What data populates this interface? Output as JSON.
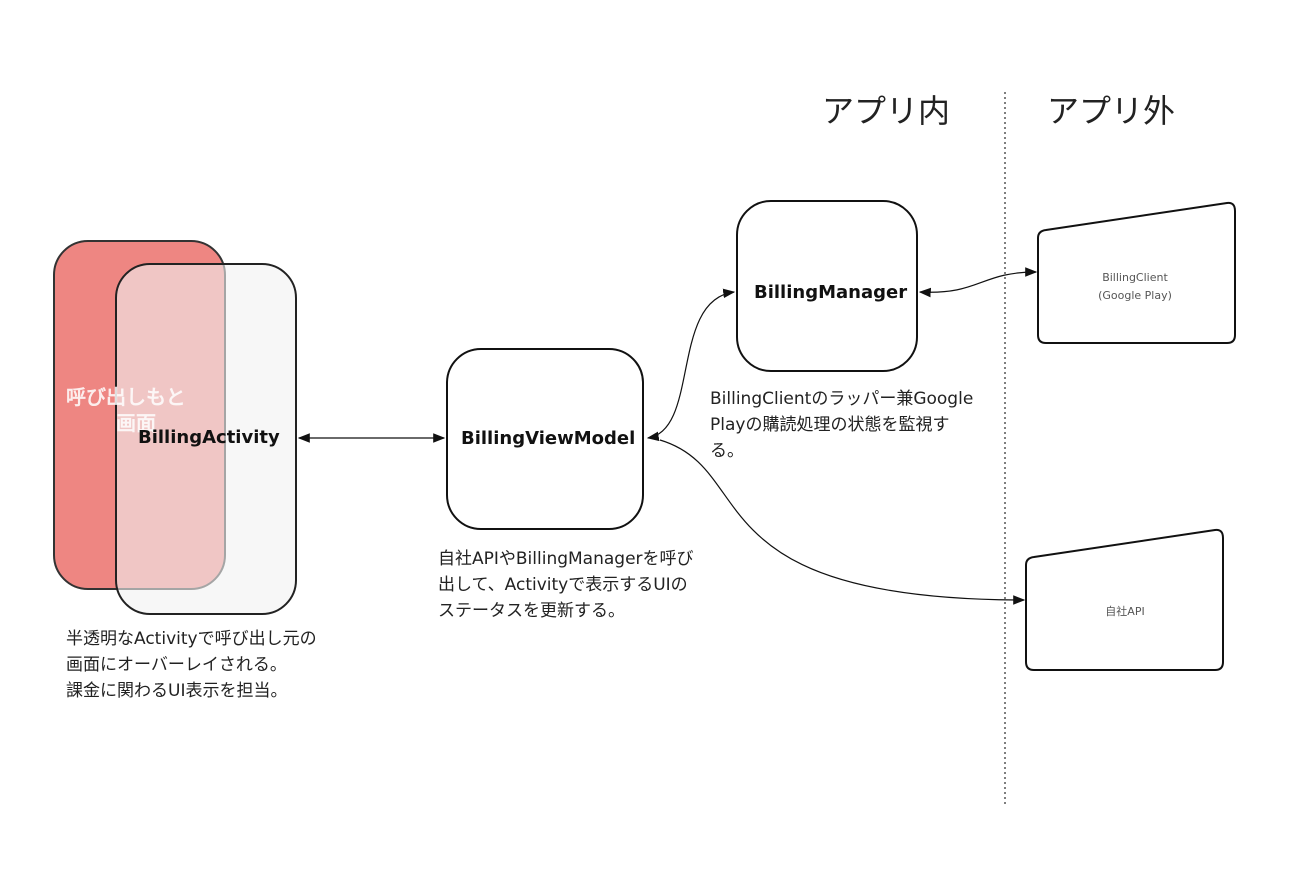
{
  "headers": {
    "inside_app": "アプリ内",
    "outside_app": "アプリ外"
  },
  "nodes": {
    "caller_screen": {
      "label_line1": "呼び出しもと",
      "label_line2": "画面",
      "color": "#ee8682"
    },
    "billing_activity": {
      "label": "BillingActivity",
      "color": "#f1f1f1"
    },
    "billing_view_model": {
      "label": "BillingViewModel"
    },
    "billing_manager": {
      "label": "BillingManager"
    },
    "billing_client": {
      "label_line1": "BillingClient",
      "label_line2": "(Google Play)"
    },
    "company_api": {
      "label": "自社API"
    }
  },
  "notes": {
    "activity": [
      "半透明なActivityで呼び出し元の",
      "画面にオーバーレイされる。",
      "課金に関わるUI表示を担当。"
    ],
    "view_model": [
      "自社APIやBillingManagerを呼び",
      "出して、Activityで表示するUIの",
      "ステータスを更新する。"
    ],
    "manager": [
      "BillingClientのラッパー兼Google",
      "Playの購読処理の状態を監視す",
      "る。"
    ]
  }
}
